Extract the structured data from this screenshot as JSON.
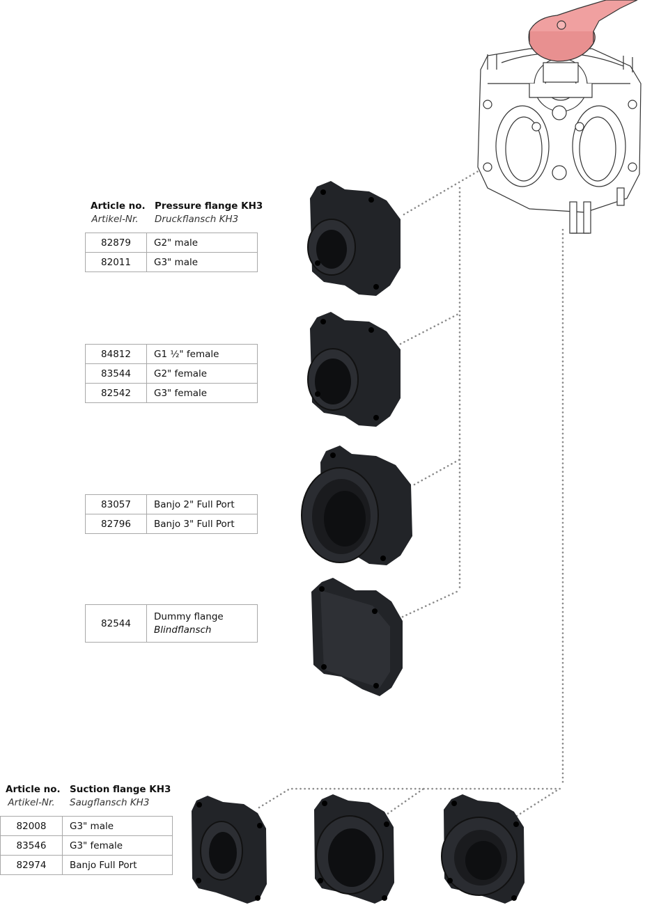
{
  "pressure": {
    "header": {
      "article_en": "Article no.",
      "article_de": "Artikel-Nr.",
      "title_en": "Pressure flange KH3",
      "title_de": "Druckflansch KH3"
    },
    "groups": [
      {
        "rows": [
          {
            "num": "82879",
            "desc": "G2\" male"
          },
          {
            "num": "82011",
            "desc": "G3\" male"
          }
        ]
      },
      {
        "rows": [
          {
            "num": "84812",
            "desc": "G1 ½\" female"
          },
          {
            "num": "83544",
            "desc": "G2\" female"
          },
          {
            "num": "82542",
            "desc": "G3\" female"
          }
        ]
      },
      {
        "rows": [
          {
            "num": "83057",
            "desc": "Banjo 2\" Full Port"
          },
          {
            "num": "82796",
            "desc": "Banjo 3\" Full Port"
          }
        ]
      },
      {
        "rows": [
          {
            "num": "82544",
            "desc": "Dummy flange",
            "desc_de": "Blindflansch"
          }
        ]
      }
    ]
  },
  "suction": {
    "header": {
      "article_en": "Article no.",
      "article_de": "Artikel-Nr.",
      "title_en": "Suction flange KH3",
      "title_de": "Saugflansch KH3"
    },
    "rows": [
      {
        "num": "82008",
        "desc": "G3\" male"
      },
      {
        "num": "83546",
        "desc": "G3\" female"
      },
      {
        "num": "82974",
        "desc": "Banjo Full Port"
      }
    ]
  },
  "colors": {
    "flange": "#222428",
    "handle": "#f0a0a0",
    "outline": "#333333",
    "grid": "#a8a8a8"
  },
  "icons": [
    "valve-body-drawing",
    "flange-male-drawing",
    "flange-female-drawing",
    "flange-banjo-drawing",
    "flange-dummy-drawing"
  ]
}
